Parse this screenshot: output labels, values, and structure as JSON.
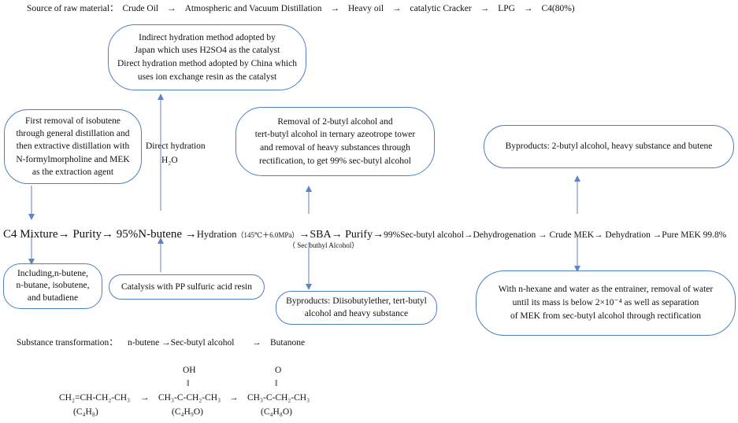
{
  "source_line": {
    "label": "Source of raw material：",
    "steps": [
      "Crude Oil",
      "→",
      "Atmospheric and Vacuum Distillation",
      "→",
      "Heavy oil",
      "→",
      "catalytic Cracker",
      "→",
      "LPG",
      "→",
      "C4(80%)"
    ]
  },
  "boxes": {
    "hydration_methods": [
      "Indirect hydration method adopted by",
      "Japan which uses H2SO4 as the catalyst",
      "Direct hydration method adopted by China which",
      "uses ion exchange resin as the catalyst"
    ],
    "isobutene_removal": [
      "First removal of isobutene",
      "through general distillation and",
      "then extractive distillation with",
      "N-formylmorpholine and MEK",
      "as the extraction agent"
    ],
    "butyl_removal": [
      "Removal of 2-butyl alcohol and",
      "tert-butyl alcohol in ternary azeotrope tower",
      "and removal of heavy substances through",
      "rectification,  to get 99% sec-butyl alcohol"
    ],
    "byproducts_top": [
      "Byproducts: 2-butyl alcohol, heavy substance and butene"
    ],
    "including": [
      "Including,n-butene,",
      "n-butane, isobutene,",
      "and butadiene"
    ],
    "catalysis": [
      "Catalysis with PP sulfuric acid resin"
    ],
    "byproducts_mid": [
      "Byproducts: Diisobutylether, tert-butyl",
      "alcohol and heavy substance"
    ],
    "entrainer": [
      "With n-hexane and water as the entrainer, removal of water",
      "until its mass is below 2×10⁻⁴ as well as separation",
      "of MEK from sec-butyl alcohol through rectification"
    ]
  },
  "direct_hydration": {
    "line1": "Direct hydration",
    "line2": "H₂O"
  },
  "main_line": {
    "c4": "C4 Mixture→ Purity→ 95%N-butene →",
    "hydration": "Hydration",
    "conditions": "（145℃＋6.0MPa）",
    "sba": "→SBA→ Purify→",
    "rest": "99%Sec-butyl alcohol→Dehydrogenation → Crude MEK→ Dehydration →Pure MEK 99.8%",
    "sba_note": "（ Sec buthyl Alcohol）"
  },
  "transformation": {
    "label": "Substance transformation：",
    "sequence": "n-butene →Sec-butyl alcohol",
    "arrow": "→",
    "product": "Butanone"
  },
  "formulas": {
    "oh": "OH",
    "o": "O",
    "bond": "‖",
    "f1": "CH₂=CH-CH₂-CH₃",
    "f1_name": "(C₄H₈)",
    "arrow": "→",
    "f2": "CH₃-C-CH₂-CH₃",
    "f2_name": "(C₄H₉O)",
    "f3": "CH₃-C-CH₂-CH₃",
    "f3_name": "(C₄H₈O)"
  },
  "colors": {
    "box_border": "#4f7fbf",
    "arrow": "#5b86c4",
    "text": "#111111"
  }
}
